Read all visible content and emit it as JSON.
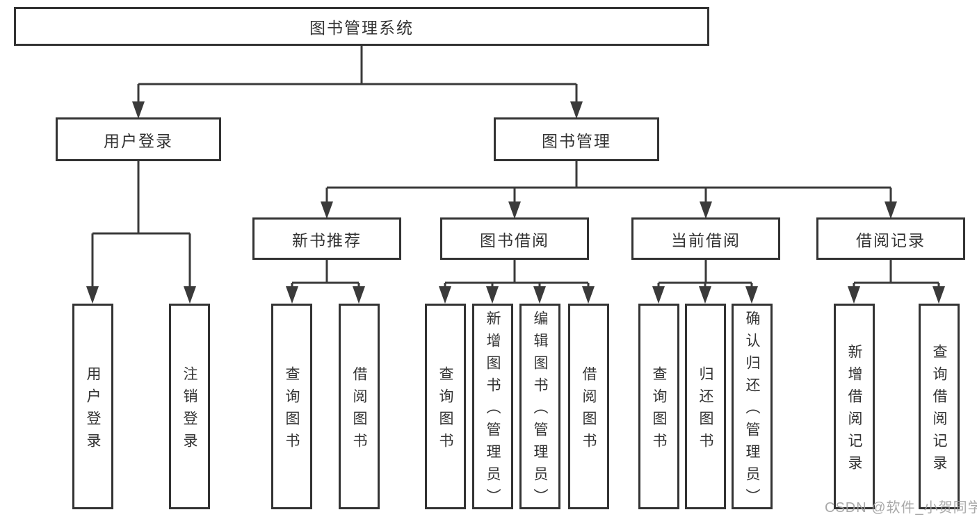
{
  "diagram": {
    "root": {
      "label": "图书管理系统"
    },
    "level2": [
      {
        "label": "用户登录"
      },
      {
        "label": "图书管理"
      }
    ],
    "level3": [
      {
        "label": "新书推荐",
        "parent": "图书管理"
      },
      {
        "label": "图书借阅",
        "parent": "图书管理"
      },
      {
        "label": "当前借阅",
        "parent": "图书管理"
      },
      {
        "label": "借阅记录",
        "parent": "图书管理"
      }
    ],
    "leaves": {
      "user_login": [
        {
          "label": "用户登录"
        },
        {
          "label": "注销登录"
        }
      ],
      "new_book_recommend": [
        {
          "label": "查询图书"
        },
        {
          "label": "借阅图书"
        }
      ],
      "book_borrow": [
        {
          "label": "查询图书"
        },
        {
          "label": "新增图书（管理员）"
        },
        {
          "label": "编辑图书（管理员）"
        },
        {
          "label": "借阅图书"
        }
      ],
      "current_borrow": [
        {
          "label": "查询图书"
        },
        {
          "label": "归还图书"
        },
        {
          "label": "确认归还（管理员）"
        }
      ],
      "borrow_record": [
        {
          "label": "新增借阅记录"
        },
        {
          "label": "查询借阅记录"
        }
      ]
    }
  },
  "watermark": {
    "text": "CSDN @软件_小贺同学"
  },
  "colors": {
    "line": "#3a3a3a",
    "box_border": "#333333",
    "text": "#333333",
    "watermark": "#a0a0a0",
    "background": "#ffffff"
  }
}
